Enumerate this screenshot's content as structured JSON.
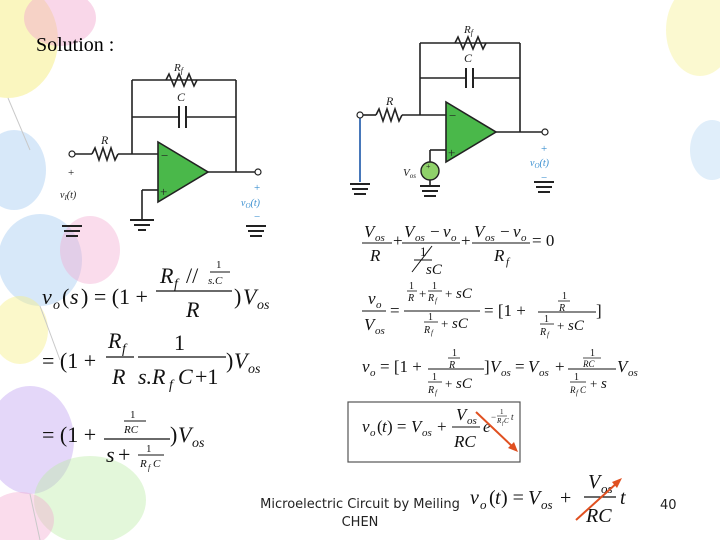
{
  "slide": {
    "title": "Solution :",
    "footer": "Microelectric Circuit by Meiling CHEN",
    "page_number": "40"
  },
  "circuit1": {
    "rf_label": "R",
    "rf_sub": "f",
    "c_label": "C",
    "r_label": "R",
    "plus": "+",
    "minus": "−",
    "vi_label": "v",
    "vi_sub": "I",
    "vi_arg": "(t)",
    "vo_label": "v",
    "vo_sub": "O",
    "vo_arg": "(t)"
  },
  "circuit2": {
    "rf_label": "R",
    "rf_sub": "f",
    "c_label": "C",
    "r_label": "R",
    "vos_label": "V",
    "vos_sub": "os",
    "plus": "+",
    "minus": "−",
    "vo_label": "v",
    "vo_sub": "O",
    "vo_arg": "(t)"
  },
  "colors": {
    "background": "#ffffff",
    "wire": "#222222",
    "opamp_fill": "#4ab84a",
    "source_fill": "#8fd16a",
    "output_label": "#3a8fd0",
    "left_wire_blue": "#1a57a8",
    "arrow": "#e05020",
    "box_border": "#555555",
    "balloon_pink": "#f2a7cf",
    "balloon_yellow": "#f6ef8a",
    "balloon_blue": "#a7cdf2",
    "balloon_purple": "#c4a7f2",
    "balloon_green": "#b8eaa2"
  }
}
